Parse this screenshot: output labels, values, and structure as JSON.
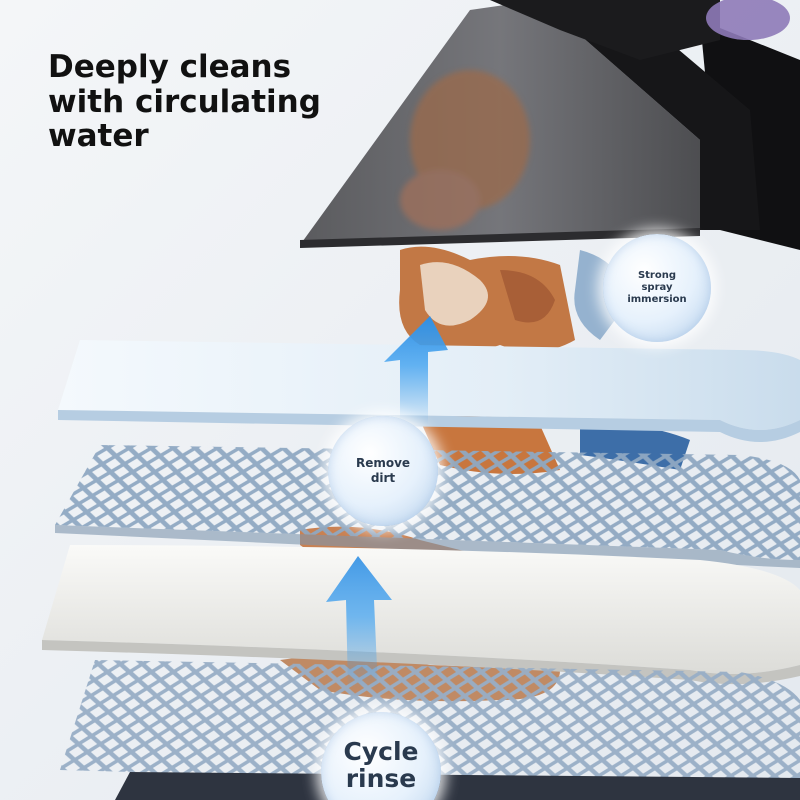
{
  "headline": {
    "lines": [
      "Deeply cleans",
      "with circulating",
      "water"
    ]
  },
  "bubbles": {
    "spray": "Strong\nspray\nimmersion",
    "dirt": "Remove\ndirt",
    "rinse": "Cycle\nrinse"
  },
  "colors": {
    "headline_text": "#111111",
    "bubble_text": "#2a3a4e",
    "arrow_blue": "#3d9be9",
    "nozzle_dark": "#1c1c1e",
    "dirt_orange": "#c06a34",
    "sponge_white": "#f2f2ef",
    "mesh_blue": "#9eb4cc"
  },
  "icons": [
    "upward-flow-arrow-icon",
    "upward-flow-arrow-icon"
  ]
}
